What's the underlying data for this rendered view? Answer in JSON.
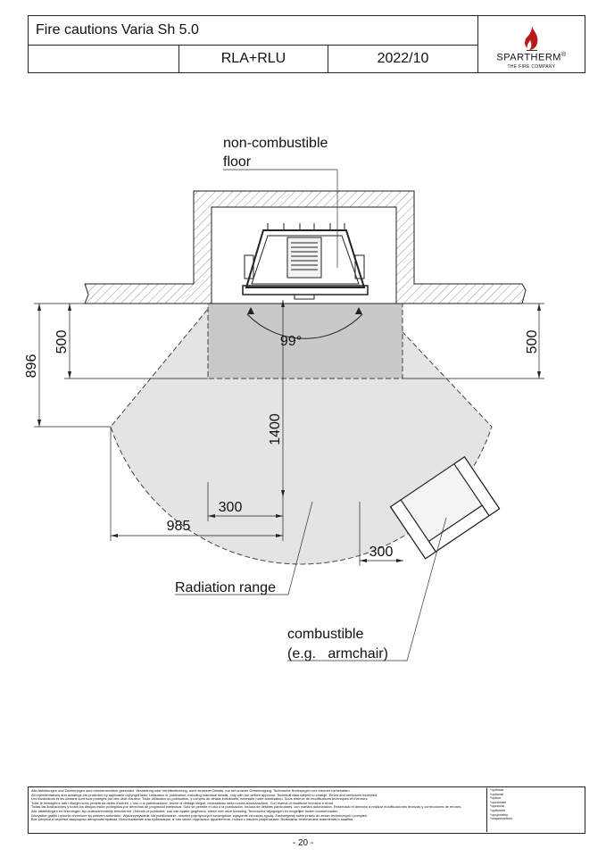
{
  "header": {
    "title": "Fire cautions Varia Sh 5.0",
    "model": "RLA+RLU",
    "date": "2022/10",
    "brand": "SPARTHERM",
    "brand_mark": "®",
    "tagline": "THE FIRE COMPANY"
  },
  "drawing": {
    "floor_label_line1": "non-combustible",
    "floor_label_line2": "floor",
    "angle": "99°",
    "dim_896": "896",
    "dim_500_left": "500",
    "dim_500_right": "500",
    "dim_1400": "1400",
    "dim_300_left": "300",
    "dim_985": "985",
    "dim_300_right": "300",
    "radiation_label": "Radiation range",
    "combustible_line1": "combustible",
    "combustible_line2": "(e.g.   armchair)"
  },
  "footer": {
    "legal": [
      "Alle Abbildungen und Zeichnungen sind urheberrechtlich geschützt. Verwertung oder Veröffentlichung, auch einzelner Details, nur mit unserer Genehmigung. Technische Änderungen und Irrtümer vorbehalten.",
      "All representations and drawings are protected by applicable copyright laws. Utilisation or publication, including individual details, only with our written approval. Technical data subject to change. Errors and omissions excepted.",
      "Les illustrations et les dessins sont tous protégés par des droit d'auteur. Toute utilisation ou publication, y compris de détails individuels, nécessite notre autorisation. Sous réserve de modifications techniques et d'erreurs.",
      "Tutte le immagini e tutti i disegni sono protetti da diritto d'autore. L'uso o la pubblicazione, anche di dettagli singoli, necessitano della nostra autorizzazione. Con riserva di modifiche tecniche e errori.",
      "Todas las ilustraciones y todos los dibujos están protegidos por derechos de propiedad intelectual. Solo se permite el uso o la publicación, incluso de detalles particulares, con nuestra autorización. Reservado el derecho a realizar modificaciones técnicas y correcciones de errores.",
      "Alle afbeeldingen en tekeningen zijn auteursrechtelijk beschermd. Gebruik of publicatie, ook van aparte gegevens, alleen met onze toelating. Technische wijzigingen en mogelijke fouten voorbehouden.",
      "Wszystkie grafiki i rysunki chronione są prawem autorskim. Wykorzystywanie lub publikowanie, również pojedynczych szczegółów, wyłącznie za naszą zgodą. Zastrzegamy sobie prawo do zmian technicznych i pomyłek.",
      "Все рисунки и чертежи защищены авторским правом. Использование или публикация, в том числе отдельных фрагментов, только с нашего разрешения. Возможны технические изменения и ошибки."
    ],
    "options": [
      "*optional",
      "*optional",
      "*option",
      "*opzionale",
      "*opcional",
      "*optionele",
      "*opcjonalny",
      "*опционально"
    ],
    "page_number": "- 20 -"
  }
}
